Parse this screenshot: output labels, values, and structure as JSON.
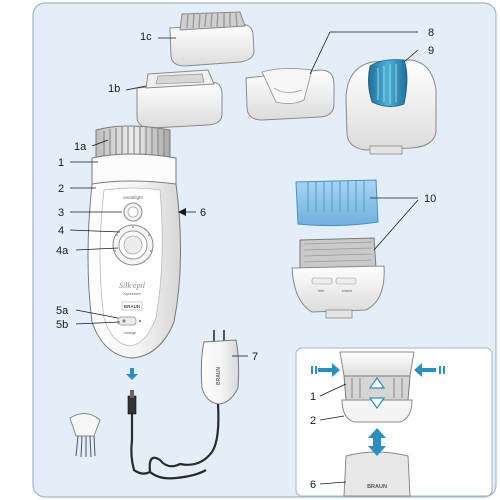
{
  "labels": {
    "l1c": "1c",
    "l1b": "1b",
    "l1a": "1a",
    "l1": "1",
    "l2": "2",
    "l3": "3",
    "l4": "4",
    "l4a": "4a",
    "l5a": "5a",
    "l5b": "5b",
    "l6": "6",
    "l7": "7",
    "l8": "8",
    "l9": "9",
    "l10": "10",
    "inset_l1": "1",
    "inset_l2": "2",
    "inset_l6": "6"
  },
  "device_text": {
    "brand_script": "Silk·épil",
    "brand_sub": "Xpressive",
    "braun": "BRAUN",
    "charge": "charge",
    "button": "smartlight",
    "head_trim": "trim",
    "head_shave": "shave",
    "plug_brand": "BRAUN",
    "inset_brand": "BRAUN"
  },
  "colors": {
    "frame_bg": "#e3eef8",
    "frame_border": "#9fb8cc",
    "device_white": "#f7f7f7",
    "outline": "#7a7a7a",
    "comb_blue": "#8fc3e8",
    "accent_blue": "#2d8fc0",
    "cable_dark": "#2a2a2a"
  }
}
